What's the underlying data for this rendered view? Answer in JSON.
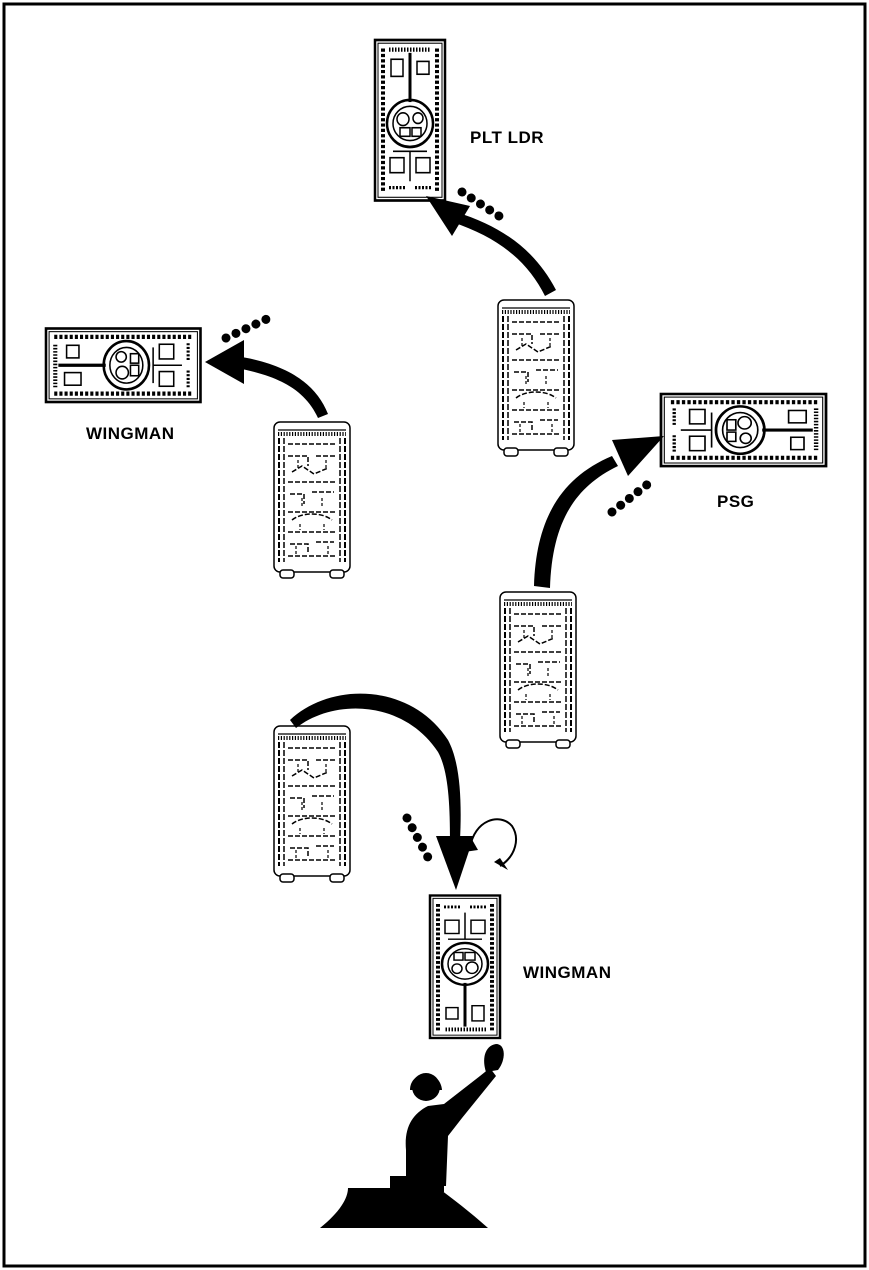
{
  "labels": {
    "plt_ldr": "PLT LDR",
    "wingman_left": "WINGMAN",
    "psg": "PSG",
    "wingman_bottom": "WINGMAN"
  },
  "colors": {
    "ink": "#000000",
    "background": "#ffffff"
  }
}
